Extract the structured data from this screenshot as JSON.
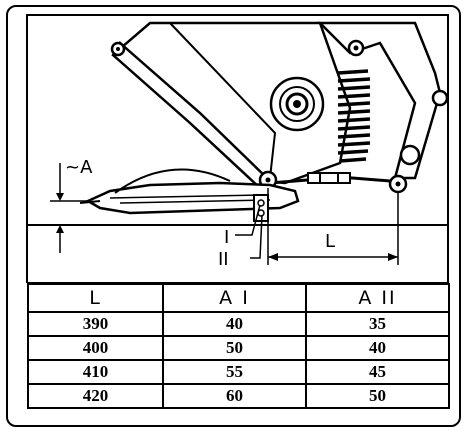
{
  "labels": {
    "offset": "~A",
    "position_one": "I",
    "position_two": "II",
    "length": "L"
  },
  "table": {
    "headers": [
      "L",
      "A I",
      "A II"
    ],
    "rows": [
      [
        "390",
        "40",
        "35"
      ],
      [
        "400",
        "50",
        "40"
      ],
      [
        "410",
        "55",
        "45"
      ],
      [
        "420",
        "60",
        "50"
      ]
    ]
  },
  "colors": {
    "ink": "#000000",
    "paper": "#ffffff"
  }
}
